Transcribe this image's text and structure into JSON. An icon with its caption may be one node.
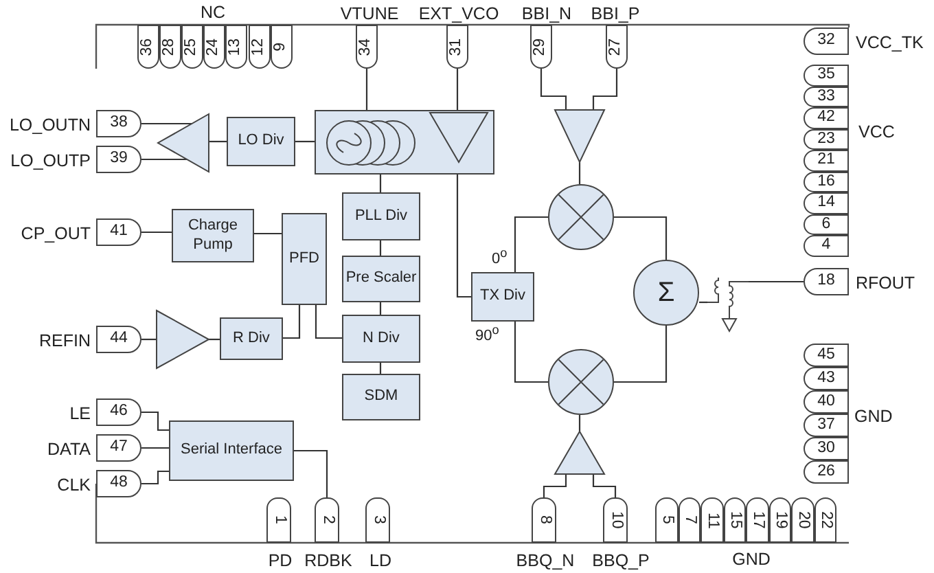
{
  "diagram": {
    "nodes": [
      {
        "text": [
          "36"
        ]
      },
      {
        "text": [
          "28"
        ]
      },
      {
        "text": [
          "25"
        ]
      },
      {
        "text": [
          "24"
        ]
      },
      {
        "text": [
          "13"
        ]
      },
      {
        "text": [
          "12"
        ]
      },
      {
        "text": [
          "9"
        ]
      },
      {
        "text": [
          "34"
        ],
        "beside": [
          "VTUNE"
        ]
      },
      {
        "text": [
          "31"
        ],
        "beside": [
          "EXT_VCO"
        ]
      },
      {
        "text": [
          "29"
        ],
        "beside": [
          "BBI_N"
        ]
      },
      {
        "text": [
          "27"
        ],
        "beside": [
          "BBI_P"
        ]
      },
      {
        "text": [
          "38"
        ],
        "beside": [
          "LO_OUTN"
        ]
      },
      {
        "text": [
          "39"
        ],
        "beside": [
          "LO_OUTP"
        ]
      },
      {
        "text": [
          "41"
        ],
        "beside": [
          "CP_OUT"
        ]
      },
      {
        "text": [
          "44"
        ],
        "beside": [
          "REFIN"
        ]
      },
      {
        "text": [
          "46"
        ],
        "beside": [
          "LE"
        ]
      },
      {
        "text": [
          "47"
        ],
        "beside": [
          "DATA"
        ]
      },
      {
        "text": [
          "48"
        ],
        "beside": [
          "CLK"
        ]
      },
      {
        "text": [
          "32"
        ],
        "beside": [
          "VCC_TK"
        ]
      },
      {
        "text": [
          "35"
        ]
      },
      {
        "text": [
          "33"
        ]
      },
      {
        "text": [
          "42"
        ]
      },
      {
        "text": [
          "23"
        ]
      },
      {
        "text": [
          "21"
        ]
      },
      {
        "text": [
          "16"
        ]
      },
      {
        "text": [
          "14"
        ]
      },
      {
        "text": [
          "6"
        ]
      },
      {
        "text": [
          "4"
        ]
      },
      {
        "text": [
          "18"
        ],
        "beside": [
          "RFOUT"
        ]
      },
      {
        "text": [
          "45"
        ]
      },
      {
        "text": [
          "43"
        ]
      },
      {
        "text": [
          "40"
        ]
      },
      {
        "text": [
          "37"
        ]
      },
      {
        "text": [
          "30"
        ]
      },
      {
        "text": [
          "26"
        ]
      },
      {
        "text": [
          "1"
        ],
        "beside": [
          "PD"
        ]
      },
      {
        "text": [
          "2"
        ],
        "beside": [
          "RDBK"
        ]
      },
      {
        "text": [
          "3"
        ],
        "beside": [
          "LD"
        ]
      },
      {
        "text": [
          "8"
        ],
        "beside": [
          "BBQ_N"
        ]
      },
      {
        "text": [
          "10"
        ],
        "beside": [
          "BBQ_P"
        ]
      },
      {
        "text": [
          "5"
        ]
      },
      {
        "text": [
          "7"
        ]
      },
      {
        "text": [
          "11"
        ]
      },
      {
        "text": [
          "15"
        ]
      },
      {
        "text": [
          "17"
        ]
      },
      {
        "text": [
          "19"
        ]
      },
      {
        "text": [
          "20"
        ]
      },
      {
        "text": [
          "22"
        ]
      },
      {
        "text": [],
        "shape": "triangle"
      },
      {
        "text": [
          "LO Div"
        ]
      },
      {
        "text": [],
        "shape": "box"
      },
      {
        "text": [
          "Charge Pump"
        ]
      },
      {
        "text": [
          "PFD"
        ]
      },
      {
        "text": [
          "PLL Div"
        ]
      },
      {
        "text": [
          "Pre Scaler"
        ]
      },
      {
        "text": [],
        "shape": "triangle"
      },
      {
        "text": [
          "R Div"
        ]
      },
      {
        "text": [
          "N Div"
        ]
      },
      {
        "text": [
          "SDM"
        ]
      },
      {
        "text": [
          "Serial Interface"
        ]
      },
      {
        "text": [
          "TX Div"
        ],
        "beside": [
          "0$^{o}$",
          "90$^{o}$"
        ]
      },
      {
        "text": [],
        "shape": "triangle"
      },
      {
        "text": [],
        "shape": "circle"
      },
      {
        "text": [
          "Σ"
        ]
      },
      {
        "text": [],
        "shape": "picture"
      },
      {
        "text": [],
        "shape": "circle"
      },
      {
        "text": [],
        "shape": "triangle"
      }
    ],
    "edges": [
      {
        "from": 7,
        "to": 50,
        "arrow": "none"
      },
      {
        "from": 8,
        "to": 50,
        "arrow": "none"
      },
      {
        "from": 50,
        "to": 49,
        "arrow": "none"
      },
      {
        "from": 49,
        "to": 48,
        "arrow": "none"
      },
      {
        "from": 48,
        "to": 11,
        "arrow": "none"
      },
      {
        "from": 48,
        "to": 12,
        "arrow": "none"
      },
      {
        "from": 50,
        "to": 53,
        "arrow": "none"
      },
      {
        "from": 53,
        "to": 54,
        "arrow": "none"
      },
      {
        "from": 54,
        "to": 57,
        "arrow": "none"
      },
      {
        "from": 57,
        "to": 58,
        "arrow": "none"
      },
      {
        "from": 57,
        "to": 52,
        "arrow": "none"
      },
      {
        "from": 56,
        "to": 52,
        "arrow": "none"
      },
      {
        "from": 52,
        "to": 51,
        "arrow": "none"
      },
      {
        "from": 51,
        "to": 13,
        "arrow": "none"
      },
      {
        "from": 14,
        "to": 55,
        "arrow": "none"
      },
      {
        "from": 55,
        "to": 56,
        "arrow": "none"
      },
      {
        "from": 50,
        "to": 60,
        "arrow": "none"
      },
      {
        "from": 60,
        "to": 62,
        "arrow": "none"
      },
      {
        "from": 60,
        "to": 65,
        "arrow": "none"
      },
      {
        "from": 9,
        "to": 61,
        "arrow": "none"
      },
      {
        "from": 10,
        "to": 61,
        "arrow": "none"
      },
      {
        "from": 61,
        "to": 62,
        "arrow": "none"
      },
      {
        "from": 38,
        "to": 66,
        "arrow": "none"
      },
      {
        "from": 39,
        "to": 66,
        "arrow": "none"
      },
      {
        "from": 66,
        "to": 65,
        "arrow": "none"
      },
      {
        "from": 62,
        "to": 63,
        "arrow": "none"
      },
      {
        "from": 65,
        "to": 63,
        "arrow": "none"
      },
      {
        "from": 63,
        "to": 64,
        "arrow": "none"
      },
      {
        "from": 64,
        "to": 28,
        "arrow": "none"
      },
      {
        "from": 15,
        "to": 59,
        "arrow": "none"
      },
      {
        "from": 16,
        "to": 59,
        "arrow": "none"
      },
      {
        "from": 17,
        "to": 59,
        "arrow": "none"
      },
      {
        "from": 59,
        "to": 36,
        "arrow": "none"
      }
    ],
    "labels": [
      "NC",
      "VCC",
      "GND",
      "GND"
    ]
  }
}
